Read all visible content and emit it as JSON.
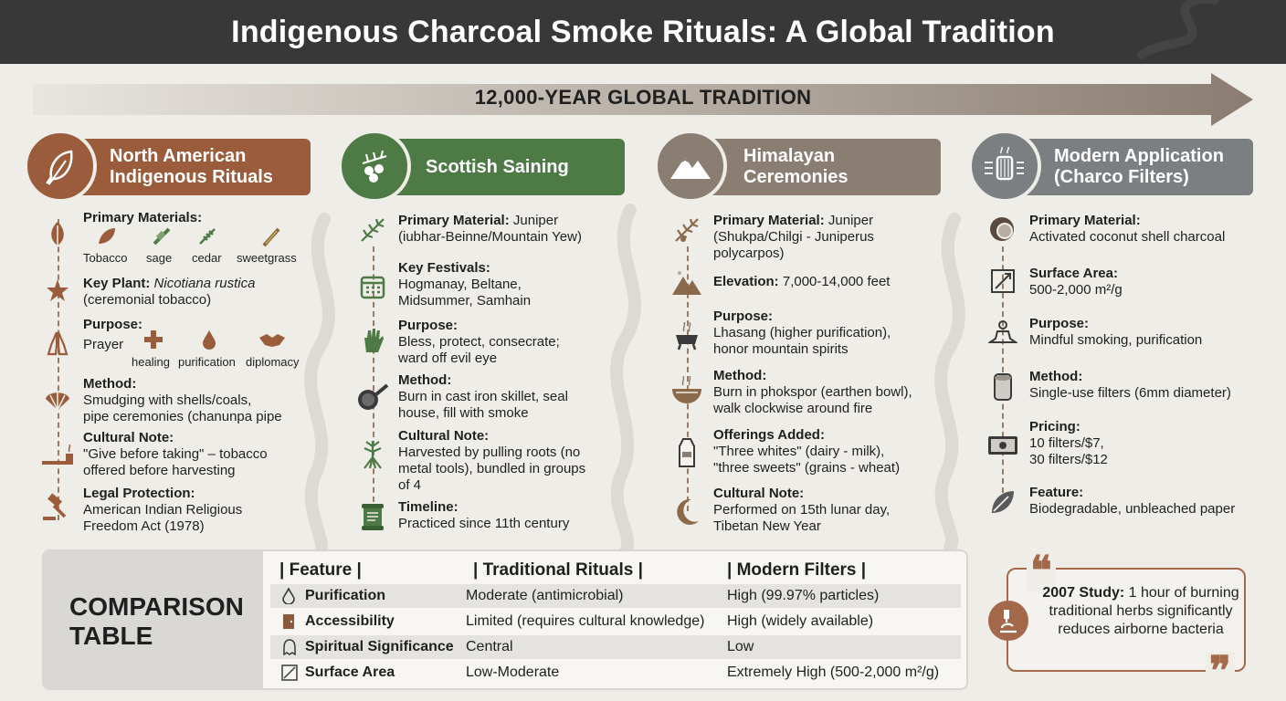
{
  "title": "Indigenous Charcoal Smoke Rituals: A Global Tradition",
  "timeline_label": "12,000-YEAR GLOBAL TRADITION",
  "colors": {
    "north_american": "#9b5c3c",
    "scottish": "#4e7a45",
    "himalayan": "#8a7e72",
    "modern": "#7b7f82",
    "title_bg": "#383838",
    "accent": "#a4694a"
  },
  "columns": {
    "north_american": {
      "header": "North American Indigenous Rituals",
      "header_line1": "North American",
      "header_line2": "Indigenous Rituals",
      "badge_icon": "feather-icon",
      "primary_materials_label": "Primary Materials:",
      "materials": [
        "Tobacco",
        "sage",
        "cedar",
        "sweetgrass"
      ],
      "key_plant_label": "Key Plant:",
      "key_plant_italic": "Nicotiana rustica",
      "key_plant_rest": "(ceremonial tobacco)",
      "purpose_label": "Purpose:",
      "purpose_value": "Prayer",
      "purpose_items": [
        "healing",
        "purification",
        "diplomacy"
      ],
      "method_label": "Method:",
      "method_line1": "Smudging with shells/coals,",
      "method_line2": "pipe ceremonies (chanunpa pipe",
      "cultural_label": "Cultural Note:",
      "cultural_line1": "\"Give before taking\" – tobacco",
      "cultural_line2": "offered before harvesting",
      "legal_label": "Legal Protection:",
      "legal_line1": "American Indian Religious",
      "legal_line2": "Freedom Act (1978)"
    },
    "scottish": {
      "header": "Scottish Saining",
      "badge_icon": "juniper-berries-icon",
      "primary_label": "Primary Material:",
      "primary_line1": "Juniper",
      "primary_line2": "(iubhar-Beinne/Mountain Yew)",
      "festivals_label": "Key Festivals:",
      "festivals_line1": "Hogmanay, Beltane,",
      "festivals_line2": "Midsummer, Samhain",
      "purpose_label": "Purpose:",
      "purpose_line1": "Bless, protect, consecrate;",
      "purpose_line2": "ward off evil eye",
      "method_label": "Method:",
      "method_line1": "Burn in cast iron skillet, seal",
      "method_line2": "house, fill with smoke",
      "cultural_label": "Cultural Note:",
      "cultural_line1": "Harvested by pulling roots (no",
      "cultural_line2": "metal tools), bundled in groups",
      "cultural_line3": "of 4",
      "timeline_label": "Timeline:",
      "timeline_value": "Practiced since 11th century"
    },
    "himalayan": {
      "header_line1": "Himalayan",
      "header_line2": "Ceremonies",
      "badge_icon": "mountain-icon",
      "primary_label": "Primary Material:",
      "primary_line1": "Juniper",
      "primary_line2": "(Shukpa/Chilgi - Juniperus",
      "primary_line3": "polycarpos)",
      "elevation_label": "Elevation:",
      "elevation_value": "7,000-14,000 feet",
      "purpose_label": "Purpose:",
      "purpose_line1": "Lhasang (higher purification),",
      "purpose_line2": "honor mountain spirits",
      "method_label": "Method:",
      "method_line1": "Burn in phokspor (earthen bowl),",
      "method_line2": "walk clockwise around fire",
      "offerings_label": "Offerings Added:",
      "offerings_line1": "\"Three whites\" (dairy - milk),",
      "offerings_line2": "\"three sweets\" (grains - wheat)",
      "cultural_label": "Cultural Note:",
      "cultural_line1": "Performed on 15th lunar day,",
      "cultural_line2": "Tibetan New Year"
    },
    "modern": {
      "header_line1": "Modern Application",
      "header_line2": "(Charco Filters)",
      "badge_icon": "filter-icon",
      "primary_label": "Primary Material:",
      "primary_value": "Activated coconut shell charcoal",
      "surface_label": "Surface Area:",
      "surface_value": "500-2,000 m²/g",
      "purpose_label": "Purpose:",
      "purpose_value": "Mindful smoking, purification",
      "method_label": "Method:",
      "method_value": "Single-use filters (6mm diameter)",
      "pricing_label": "Pricing:",
      "pricing_line1": "10 filters/$7,",
      "pricing_line2": "30 filters/$12",
      "feature_label": "Feature:",
      "feature_value": "Biodegradable, unbleached paper"
    }
  },
  "comparison": {
    "title_line1": "COMPARISON",
    "title_line2": "TABLE",
    "headers": [
      "| Feature |",
      "| Traditional Rituals |",
      "| Modern Filters |"
    ],
    "rows": [
      {
        "feature": "Purification",
        "icon": "droplet-icon",
        "traditional": "Moderate (antimicrobial)",
        "modern": "High (99.97% particles)"
      },
      {
        "feature": "Accessibility",
        "icon": "door-icon",
        "traditional": "Limited (requires cultural knowledge)",
        "modern": "High (widely available)"
      },
      {
        "feature": "Spiritual Significance",
        "icon": "spirit-icon",
        "traditional": "Central",
        "modern": "Low"
      },
      {
        "feature": "Surface Area",
        "icon": "area-icon",
        "traditional": "Low-Moderate",
        "modern": "Extremely High (500-2,000 m²/g)"
      }
    ]
  },
  "study": {
    "label": "2007 Study:",
    "text": "1 hour of burning traditional herbs significantly reduces airborne bacteria",
    "icon": "microscope-icon"
  }
}
